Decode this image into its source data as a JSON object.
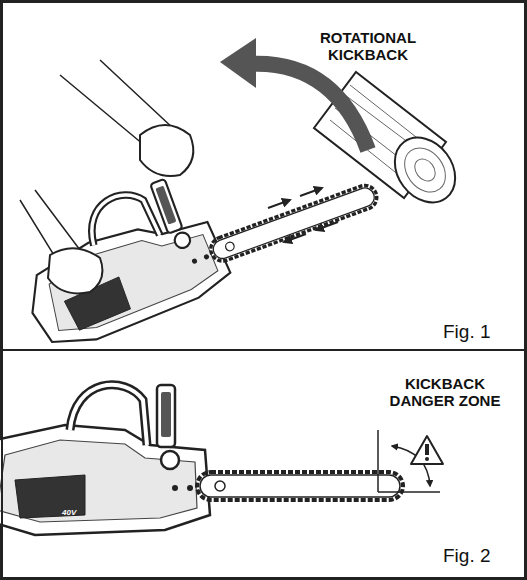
{
  "diagram": {
    "nodes": [
      {
        "text": [
          "ROTATIONAL KICKBACK",
          "Fig. 1"
        ]
      },
      {
        "text": [
          "KICKBACK DANGER ZONE",
          "Fig. 2"
        ]
      }
    ],
    "labels": [
      "40V",
      "40V"
    ]
  }
}
